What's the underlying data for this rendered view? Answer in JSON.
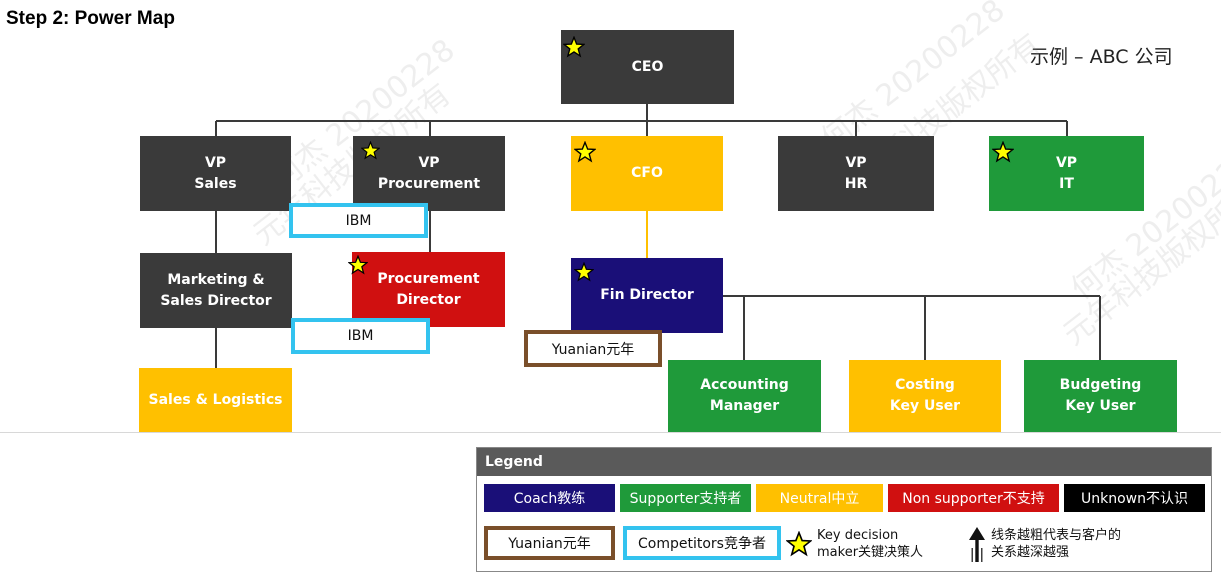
{
  "header": {
    "title": "Step 2: Power Map",
    "sample_label": "示例 – ABC 公司"
  },
  "colors": {
    "dark": "#3a3a3a",
    "yellow": "#ffc000",
    "green": "#1f9a3a",
    "red": "#d01010",
    "navy": "#1a0f78",
    "competitor_border": "#33c3ef",
    "yuanian_border": "#7a4f2a"
  },
  "nodes": {
    "ceo": "CEO",
    "vp_sales": "VP\nSales",
    "vp_procurement": "VP\nProcurement",
    "cfo": "CFO",
    "vp_hr": "VP\nHR",
    "vp_it": "VP\nIT",
    "marketing_director": "Marketing &\nSales Director",
    "procurement_director": "Procurement\nDirector",
    "fin_director": "Fin Director",
    "sales_logistics": "Sales & Logistics",
    "accounting_manager": "Accounting\nManager",
    "costing_key_user": "Costing\nKey User",
    "budgeting_key_user": "Budgeting\nKey User"
  },
  "tags": {
    "competitor_1": "IBM",
    "competitor_2": "IBM",
    "yuanian": "Yuanian元年"
  },
  "legend": {
    "title": "Legend",
    "coach": "Coach教练",
    "supporter": "Supporter支持者",
    "neutral": "Neutral中立",
    "non_supporter": "Non supporter不支持",
    "unknown": "Unknown不认识",
    "yuanian": "Yuanian元年",
    "competitors": "Competitors竞争者",
    "key_decision": "Key decision\nmaker关键决策人",
    "line_meaning": "线条越粗代表与客户的\n关系越深越强"
  },
  "watermarks": [
    "何杰 20200228",
    "元年科技版权所有"
  ]
}
